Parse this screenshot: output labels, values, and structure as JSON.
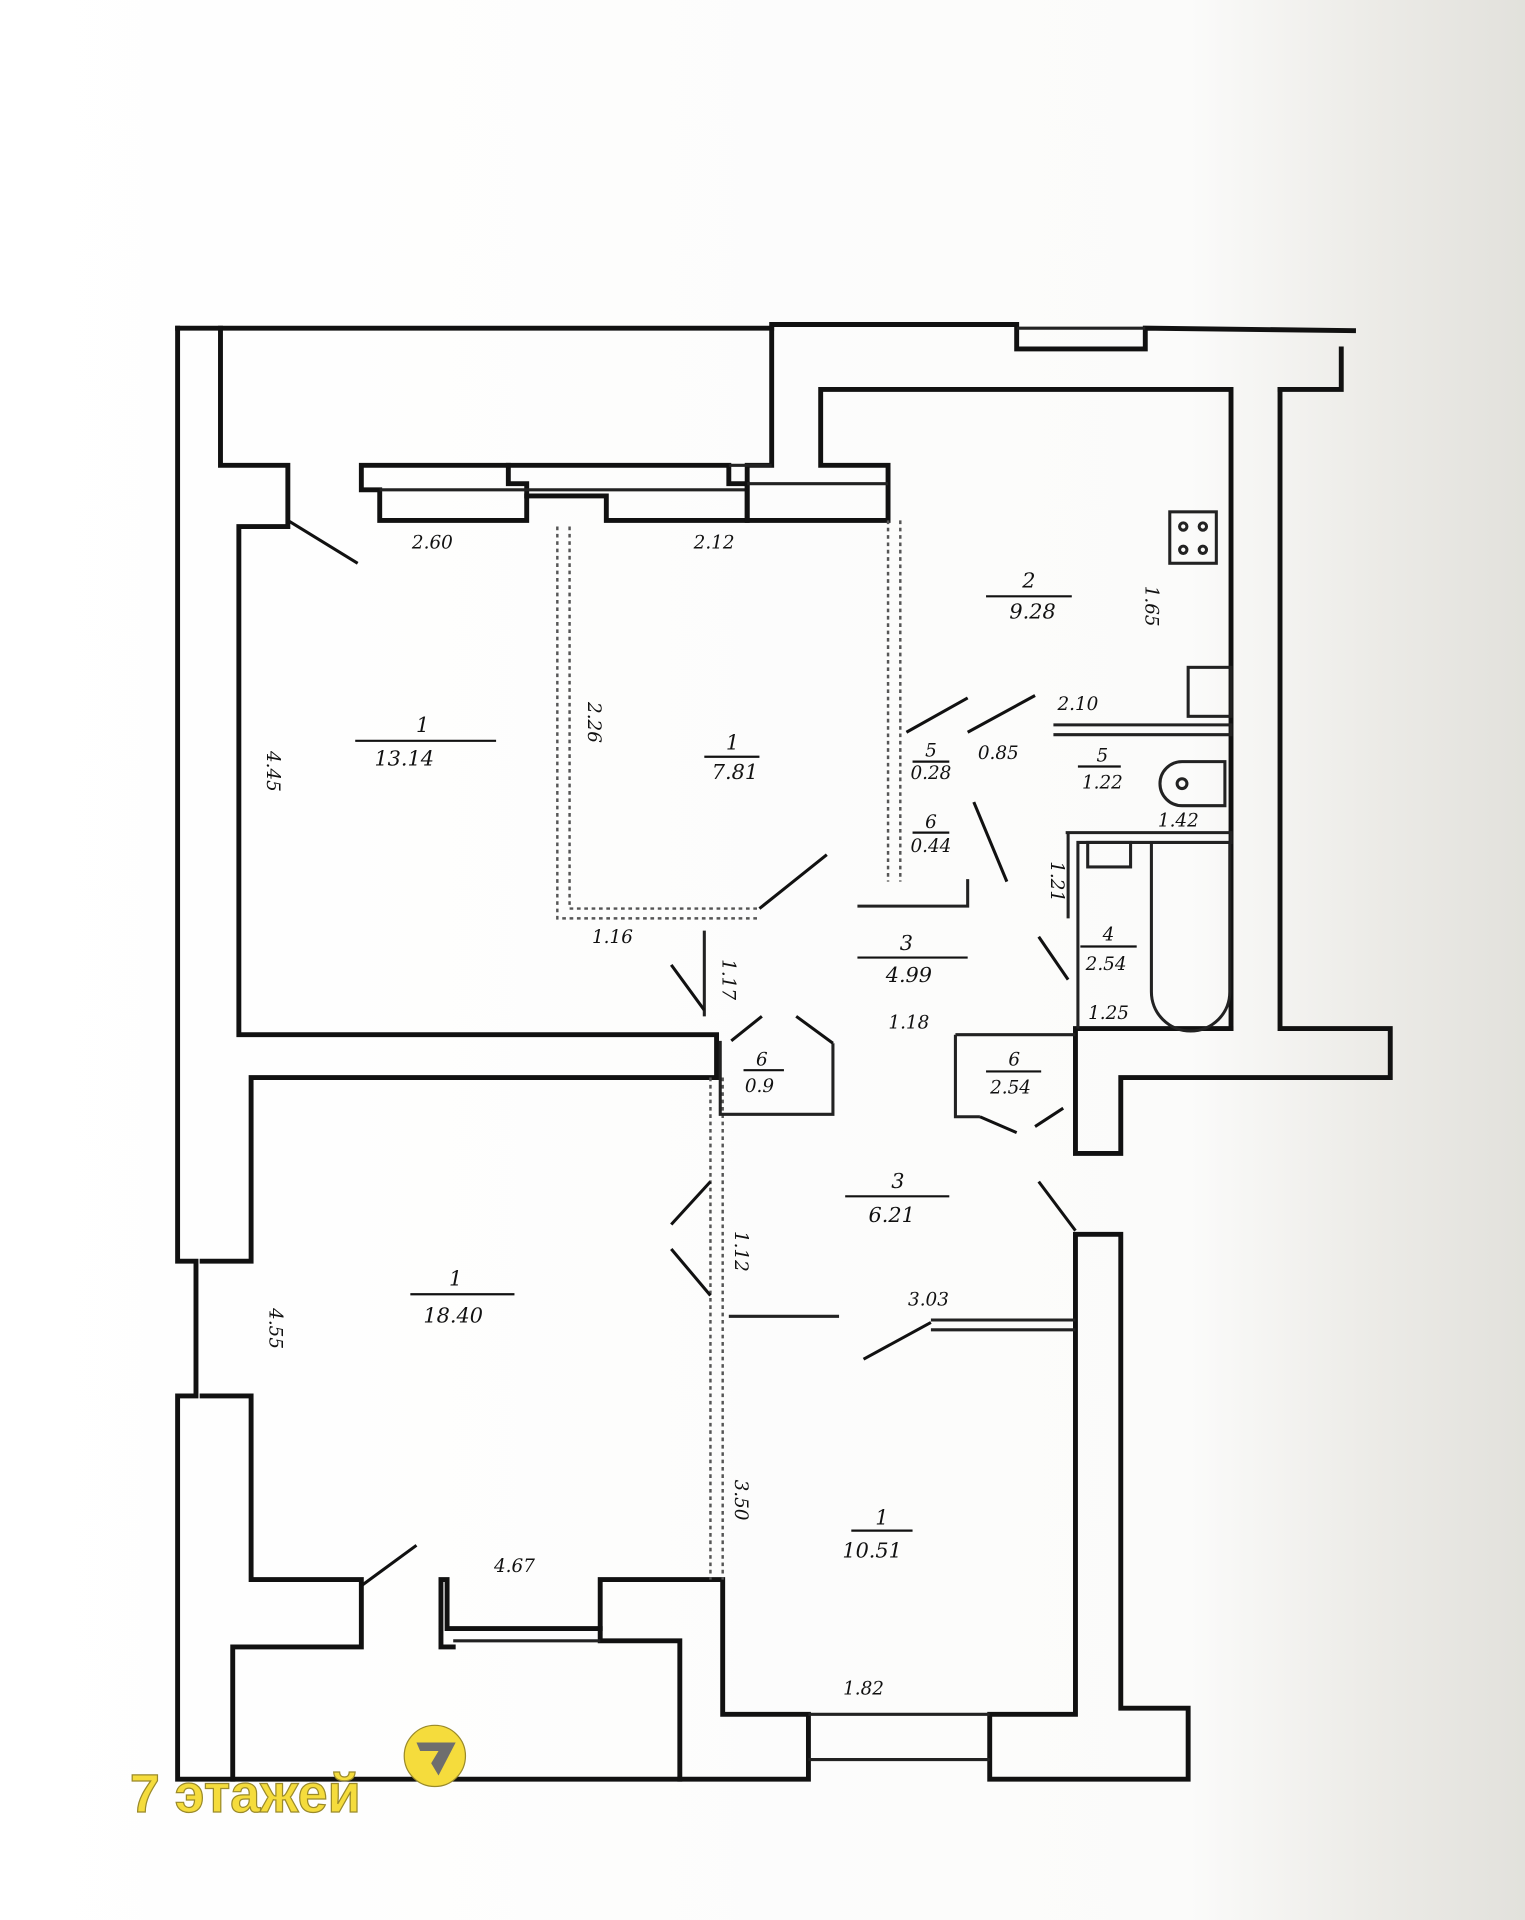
{
  "watermark": {
    "text": "7 этажей",
    "logo_digit": "7",
    "color": "#f5dc3c",
    "logo_glyph_color": "#6e6e6e"
  },
  "rooms": [
    {
      "id": "bedroom-top-left",
      "number": "1",
      "area": "13.14"
    },
    {
      "id": "bedroom-top-middle",
      "number": "1",
      "area": "7.81"
    },
    {
      "id": "kitchen",
      "number": "2",
      "area": "9.28"
    },
    {
      "id": "closet-small-top",
      "number": "5",
      "area": "0.28"
    },
    {
      "id": "closet-narrow",
      "number": "6",
      "area": "0.44"
    },
    {
      "id": "toilet",
      "number": "5",
      "area": "1.22"
    },
    {
      "id": "bathroom",
      "number": "4",
      "area": "2.54"
    },
    {
      "id": "corridor-upper",
      "number": "3",
      "area": "4.99"
    },
    {
      "id": "closet-left",
      "number": "6",
      "area": "0.9"
    },
    {
      "id": "closet-right",
      "number": "6",
      "area": "2.54"
    },
    {
      "id": "hall-lower",
      "number": "3",
      "area": "6.21"
    },
    {
      "id": "living-room",
      "number": "1",
      "area": "18.40"
    },
    {
      "id": "bedroom-bottom-right",
      "number": "1",
      "area": "10.51"
    }
  ],
  "dimensions": [
    "2.60",
    "2.12",
    "4.45",
    "2.26",
    "1.65",
    "2.10",
    "0.85",
    "1.42",
    "1.21",
    "1.25",
    "1.16",
    "1.17",
    "1.18",
    "1.12",
    "3.03",
    "4.55",
    "4.67",
    "3.50",
    "1.82"
  ]
}
